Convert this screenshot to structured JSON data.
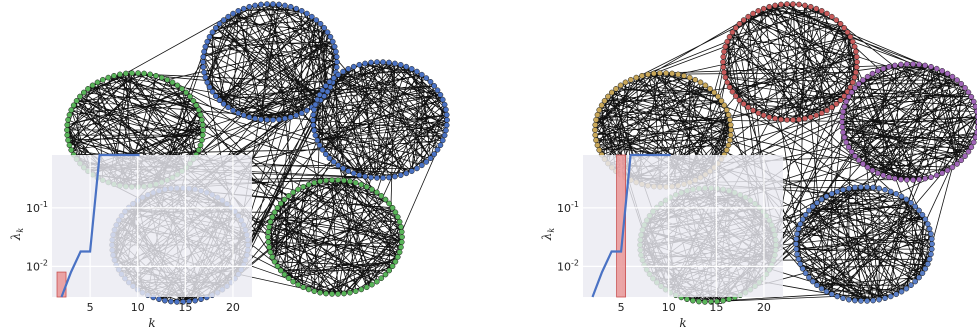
{
  "panels": [
    {
      "id": "left",
      "cluster_colors": [
        "#4a72c4",
        "#4a72c4",
        "#5ab55a",
        "#5ab55a",
        "#4a72c4"
      ],
      "inset": {
        "chart_data": {
          "type": "line",
          "xlabel": "k",
          "ylabel": "λ_k",
          "y_scale": "log",
          "x_ticks": [
            "5",
            "10",
            "15",
            "20"
          ],
          "y_ticks": [
            "10^-1",
            "10^-2"
          ],
          "series": [
            {
              "x": [
                2,
                3,
                4,
                5,
                6
              ],
              "values": [
                0.003,
                0.008,
                0.018,
                0.018,
                1.0
              ]
            }
          ],
          "highlight_bars": [
            {
              "x": 2,
              "value": 0.008
            }
          ]
        }
      }
    },
    {
      "id": "right",
      "cluster_colors": [
        "#c85b5b",
        "#a066b8",
        "#c9a85a",
        "#5a7fc8",
        "#5ab55a"
      ],
      "inset": {
        "chart_data": {
          "type": "line",
          "xlabel": "k",
          "ylabel": "λ_k",
          "y_scale": "log",
          "x_ticks": [
            "5",
            "10",
            "15",
            "20"
          ],
          "y_ticks": [
            "10^-1",
            "10^-2"
          ],
          "series": [
            {
              "x": [
                2,
                3,
                4,
                5,
                6
              ],
              "values": [
                0.003,
                0.008,
                0.018,
                0.018,
                1.0
              ]
            }
          ],
          "highlight_bars": [
            {
              "x": 5,
              "value": 1.0
            }
          ]
        }
      }
    }
  ]
}
